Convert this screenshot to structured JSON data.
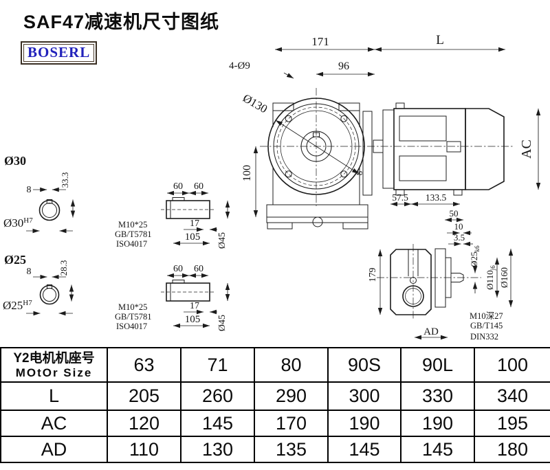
{
  "page": {
    "title": "SAF47减速机尺寸图纸",
    "brand": "BOSERL"
  },
  "front_view": {
    "dim_171": "171",
    "dim_L": "L",
    "dim_96": "96",
    "bolt_holes": "4-Ø9",
    "flange_diameter": "Ø130",
    "dim_100": "100",
    "flange_thickness": "8",
    "dim_AC": "AC"
  },
  "shaft_section_30": {
    "label": "Ø30",
    "key_width": "8",
    "key_depth": "33.3",
    "fit_base": "Ø30",
    "fit_sup": "H7"
  },
  "shaft_section_25": {
    "label": "Ø25",
    "key_width": "8",
    "key_depth": "28.3",
    "fit_base": "Ø25",
    "fit_sup": "H7"
  },
  "shaft_details": [
    {
      "seg1": "60",
      "seg2": "60",
      "key_len": "17",
      "total_len": "105",
      "diameter": "Ø45",
      "note1": "M10*25",
      "note2": "GB/T5781",
      "note3": "ISO4017"
    },
    {
      "seg1": "60",
      "seg2": "60",
      "key_len": "17",
      "total_len": "105",
      "diameter": "Ø45",
      "note1": "M10*25",
      "note2": "GB/T5781",
      "note3": "ISO4017"
    }
  ],
  "side_view": {
    "dim_57_5": "57.5",
    "dim_133_5": "133.5",
    "dim_50": "50",
    "dim_10": "10",
    "dim_3_5": "3.5",
    "o25_base": "Ø25",
    "o25_sub": "k6",
    "o110_base": "Ø110",
    "o110_sub": "j6",
    "o160": "Ø160",
    "dim_179": "179",
    "dim_AD": "AD",
    "note1": "M10深27",
    "note2": "GB/T145",
    "note3": "DIN332"
  },
  "table": {
    "header_cn": "Y2电机机座号",
    "header_en": "MOtOr Size",
    "sizes": [
      "63",
      "71",
      "80",
      "90S",
      "90L",
      "100"
    ],
    "rows": [
      {
        "label": "L",
        "values": [
          "205",
          "260",
          "290",
          "300",
          "330",
          "340"
        ]
      },
      {
        "label": "AC",
        "values": [
          "120",
          "145",
          "170",
          "190",
          "190",
          "195"
        ]
      },
      {
        "label": "AD",
        "values": [
          "110",
          "130",
          "135",
          "145",
          "145",
          "180"
        ]
      }
    ]
  }
}
